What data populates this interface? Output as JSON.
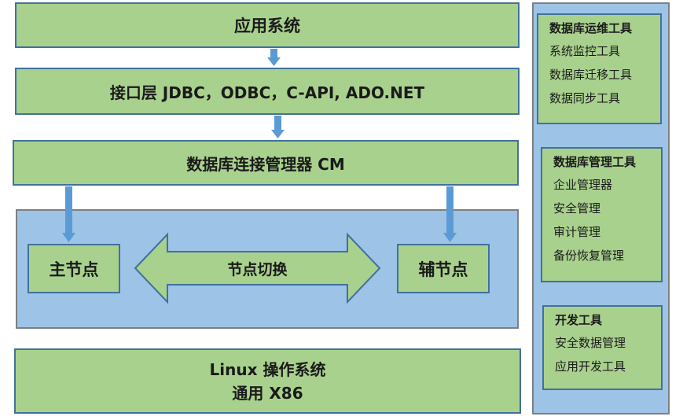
{
  "layers": {
    "app": "应用系统",
    "interface": "接口层 JDBC，ODBC，C-API, ADO.NET",
    "cm": "数据库连接管理器 CM"
  },
  "cluster": {
    "primary": "主节点",
    "switch": "节点切换",
    "secondary": "辅节点"
  },
  "os": {
    "line1": "Linux 操作系统",
    "line2": "通用 X86"
  },
  "tools": {
    "ops": {
      "title": "数据库运维工具",
      "items": [
        "系统监控工具",
        "数据库迁移工具",
        "数据同步工具"
      ]
    },
    "mgmt": {
      "title": "数据库管理工具",
      "items": [
        "企业管理器",
        "安全管理",
        "审计管理",
        "备份恢复管理"
      ]
    },
    "dev": {
      "title": "开发工具",
      "items": [
        "安全数据管理",
        "应用开发工具"
      ]
    }
  }
}
